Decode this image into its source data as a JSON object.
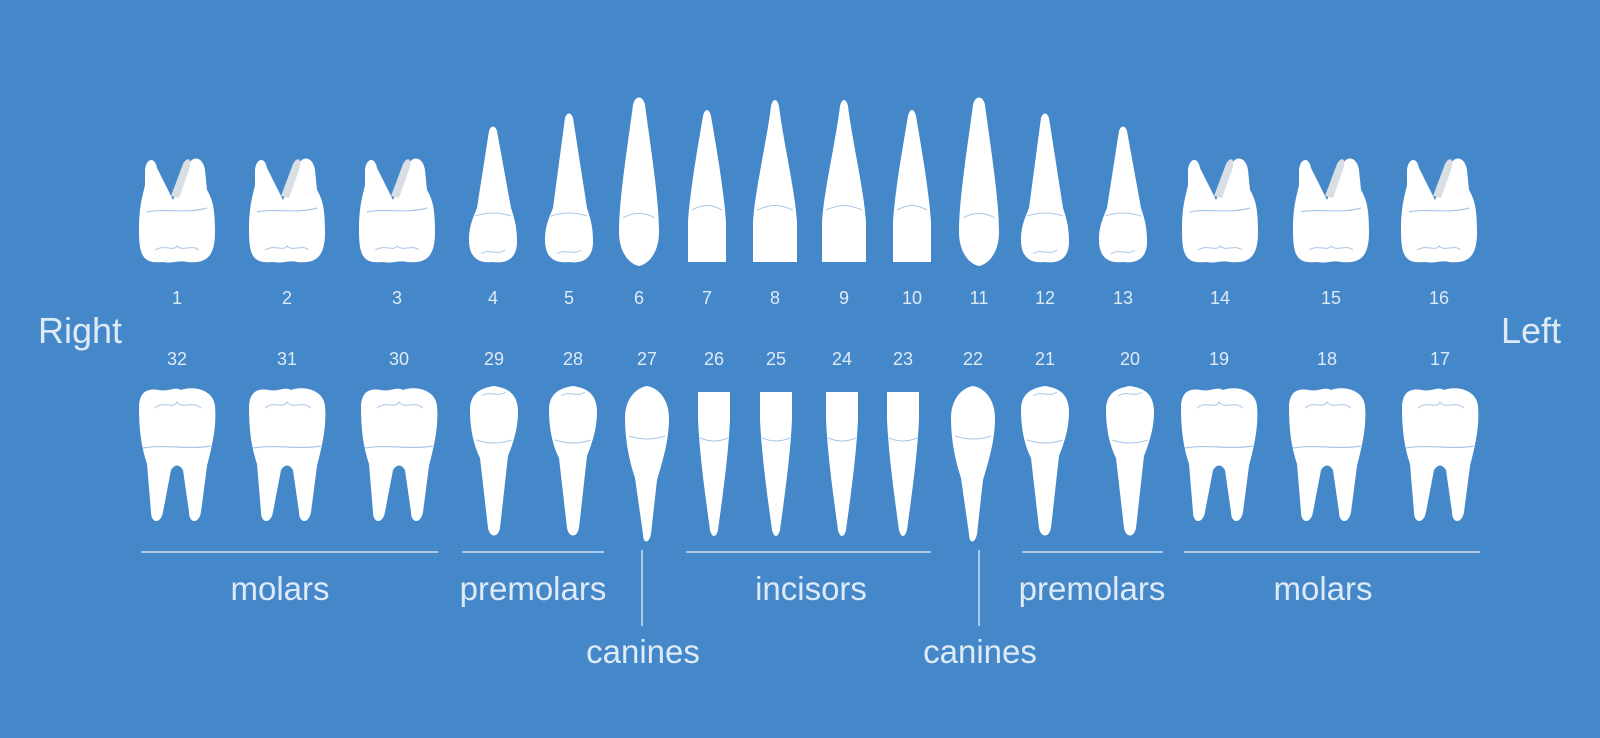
{
  "side_labels": {
    "right": "Right",
    "left": "Left"
  },
  "upper_teeth": [
    {
      "number": "1",
      "type": "molar"
    },
    {
      "number": "2",
      "type": "molar"
    },
    {
      "number": "3",
      "type": "molar"
    },
    {
      "number": "4",
      "type": "premolar"
    },
    {
      "number": "5",
      "type": "premolar"
    },
    {
      "number": "6",
      "type": "canine"
    },
    {
      "number": "7",
      "type": "incisor"
    },
    {
      "number": "8",
      "type": "incisor"
    },
    {
      "number": "9",
      "type": "incisor"
    },
    {
      "number": "10",
      "type": "incisor"
    },
    {
      "number": "11",
      "type": "canine"
    },
    {
      "number": "12",
      "type": "premolar"
    },
    {
      "number": "13",
      "type": "premolar"
    },
    {
      "number": "14",
      "type": "molar"
    },
    {
      "number": "15",
      "type": "molar"
    },
    {
      "number": "16",
      "type": "molar"
    }
  ],
  "lower_teeth": [
    {
      "number": "32",
      "type": "molar"
    },
    {
      "number": "31",
      "type": "molar"
    },
    {
      "number": "30",
      "type": "molar"
    },
    {
      "number": "29",
      "type": "premolar"
    },
    {
      "number": "28",
      "type": "premolar"
    },
    {
      "number": "27",
      "type": "canine"
    },
    {
      "number": "26",
      "type": "incisor"
    },
    {
      "number": "25",
      "type": "incisor"
    },
    {
      "number": "24",
      "type": "incisor"
    },
    {
      "number": "23",
      "type": "incisor"
    },
    {
      "number": "22",
      "type": "canine"
    },
    {
      "number": "21",
      "type": "premolar"
    },
    {
      "number": "20",
      "type": "premolar"
    },
    {
      "number": "19",
      "type": "molar"
    },
    {
      "number": "18",
      "type": "molar"
    },
    {
      "number": "17",
      "type": "molar"
    }
  ],
  "groups": [
    {
      "label": "molars"
    },
    {
      "label": "premolars"
    },
    {
      "label": "canines"
    },
    {
      "label": "incisors"
    },
    {
      "label": "canines"
    },
    {
      "label": "premolars"
    },
    {
      "label": "molars"
    }
  ],
  "colors": {
    "background": "#4588c9",
    "tooth": "#ffffff",
    "tooth_detail": "#a9c6e6",
    "root_shadow": "#d9dee4",
    "text": "#dfeaf7",
    "divider": "#cfe0f3"
  }
}
